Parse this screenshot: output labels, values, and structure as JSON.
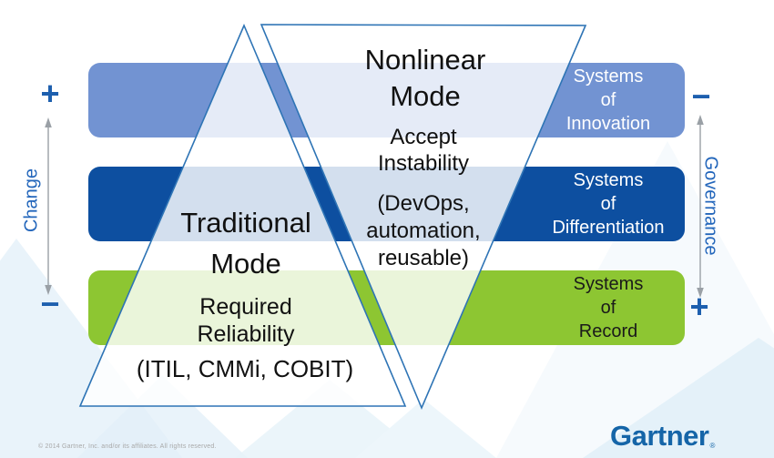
{
  "modes": {
    "nonlinear": {
      "title": "Nonlinear\nMode",
      "subtitle": "Accept\nInstability",
      "detail": "(DevOps,\nautomation,\nreusable)"
    },
    "traditional": {
      "title": "Traditional\nMode",
      "subtitle": "Required\nReliability",
      "detail": "(ITIL, CMMi, COBIT)"
    }
  },
  "bands": [
    {
      "label": "Systems\nof\nInnovation",
      "color": "#7293d2",
      "text_color": "#ffffff"
    },
    {
      "label": "Systems\nof\nDifferentiation",
      "color": "#0d4fa0",
      "text_color": "#ffffff"
    },
    {
      "label": "Systems\nof\nRecord",
      "color": "#8dc632",
      "text_color": "#1a1a1a"
    }
  ],
  "axes": {
    "left": {
      "label": "Change",
      "top_sign": "+",
      "bottom_sign": "−"
    },
    "right": {
      "label": "Governance",
      "top_sign": "−",
      "bottom_sign": "+"
    }
  },
  "footer": {
    "copyright": "© 2014 Gartner, Inc. and/or its affiliates. All rights reserved.",
    "logo": "Gartner",
    "logo_reg": "®"
  },
  "colors": {
    "band_innovation": "#7293d2",
    "band_differentiation": "#0d4fa0",
    "band_record": "#8dc632",
    "triangle_outline": "#2e74b5",
    "triangle_fill": "rgba(255,255,255,0.82)",
    "axis_sign_blue": "#1d5fae",
    "axis_label_blue": "#2366bb",
    "arrow_gray": "#9aa0a6",
    "logo_blue": "#1565a8"
  }
}
